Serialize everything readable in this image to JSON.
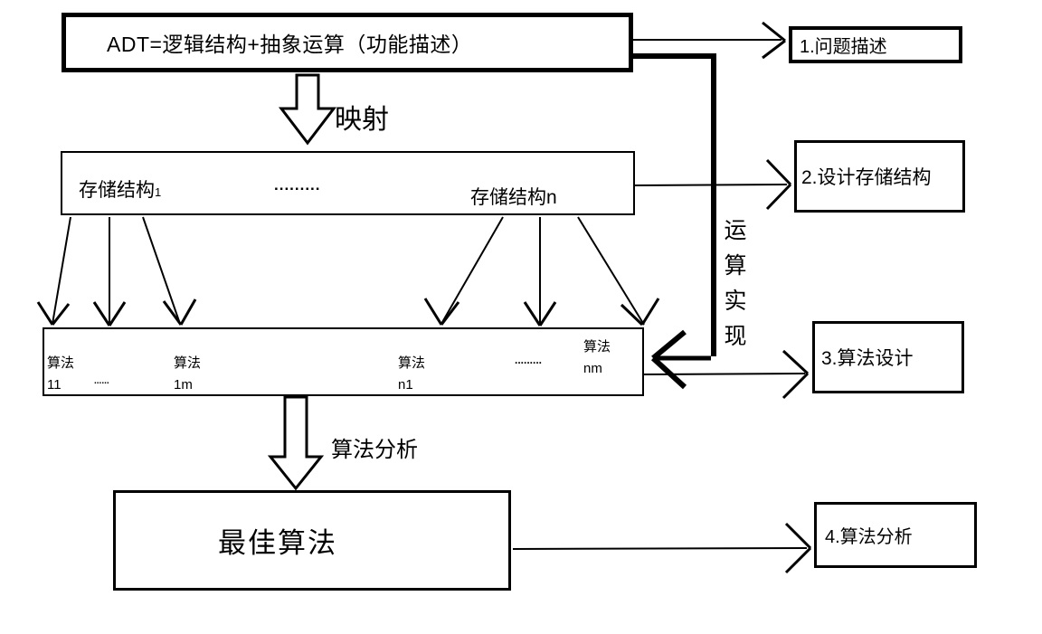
{
  "diagram": {
    "adt_box_label": "ADT=逻辑结构+抽象运算（功能描述）",
    "mapping_label": "映射",
    "storage_box": {
      "item_first": "存储结构",
      "item_first_sub": "1",
      "dots": ".........",
      "item_last": "存储结构n"
    },
    "algorithm_box": {
      "alg_11_line1": "算法",
      "alg_11_line2": "11",
      "dots_small": "......",
      "alg_1m_line1": "算法",
      "alg_1m_line2": "1m",
      "alg_n1_line1": "算法",
      "alg_n1_line2": "n1",
      "dots_large": ".........",
      "alg_nm_line1": "算法",
      "alg_nm_line2": "nm"
    },
    "analysis_label": "算法分析",
    "best_box_label": "最佳算法",
    "operation_label": "运算实现",
    "steps": [
      {
        "label": "1.问题描述"
      },
      {
        "label": "2.设计存储结构"
      },
      {
        "label": "3.算法设计"
      },
      {
        "label": "4.算法分析"
      }
    ],
    "colors": {
      "line": "#000000",
      "background": "#ffffff"
    }
  }
}
